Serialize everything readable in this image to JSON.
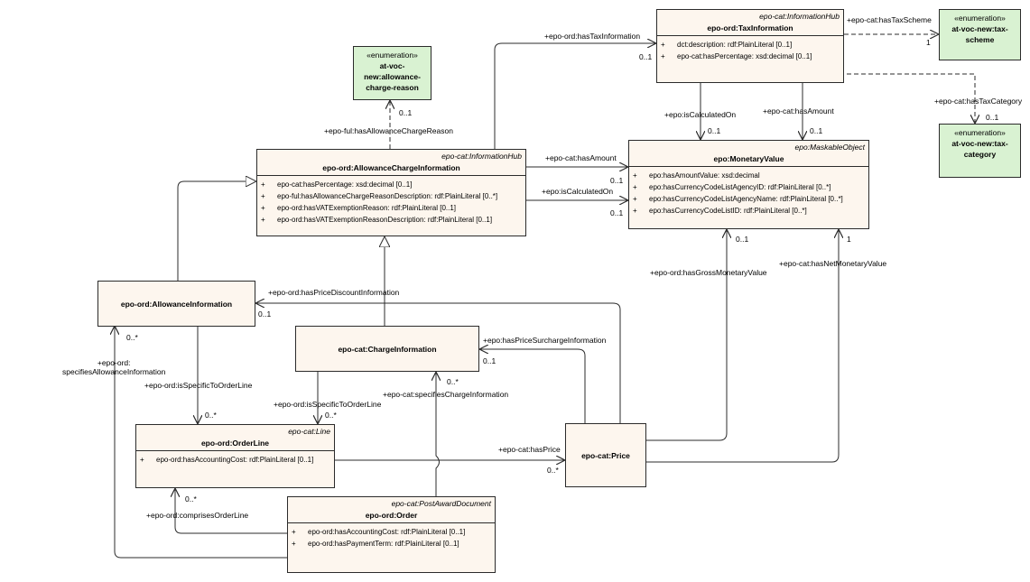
{
  "classes": {
    "tax_info": {
      "stereotype": "epo-cat:InformationHub",
      "name": "epo-ord:TaxInformation",
      "attributes": [
        {
          "vis": "+",
          "text": "dct:description: rdf:PlainLiteral [0..1]"
        },
        {
          "vis": "+",
          "text": "epo-cat:hasPercentage: xsd:decimal [0..1]"
        }
      ]
    },
    "enum_tax_scheme": {
      "stereotype": "«enumeration»",
      "name": "at-voc-new:tax-scheme"
    },
    "enum_allowance_reason": {
      "stereotype": "«enumeration»",
      "name": "at-voc-new:allowance-charge-reason"
    },
    "enum_tax_category": {
      "stereotype": "«enumeration»",
      "name": "at-voc-new:tax-category"
    },
    "allowance_charge": {
      "stereotype": "epo-cat:InformationHub",
      "name": "epo-ord:AllowanceChargeInformation",
      "attributes": [
        {
          "vis": "+",
          "text": "epo-cat:hasPercentage: xsd:decimal [0..1]"
        },
        {
          "vis": "+",
          "text": "epo-ful:hasAllowanceChargeReasonDescription: rdf:PlainLiteral [0..*]"
        },
        {
          "vis": "+",
          "text": "epo-ord:hasVATExemptionReason: rdf:PlainLiteral [0..1]"
        },
        {
          "vis": "+",
          "text": "epo-ord:hasVATExemptionReasonDescription: rdf:PlainLiteral [0..1]"
        }
      ]
    },
    "monetary_value": {
      "stereotype": "epo:MaskableObject",
      "name": "epo:MonetaryValue",
      "attributes": [
        {
          "vis": "+",
          "text": "epo:hasAmountValue: xsd:decimal"
        },
        {
          "vis": "+",
          "text": "epo:hasCurrencyCodeListAgencyID: rdf:PlainLiteral [0..*]"
        },
        {
          "vis": "+",
          "text": "epo:hasCurrencyCodeListAgencyName: rdf:PlainLiteral [0..*]"
        },
        {
          "vis": "+",
          "text": "epo:hasCurrencyCodeListID: rdf:PlainLiteral [0..*]"
        }
      ]
    },
    "allowance_info": {
      "name": "epo-ord:AllowanceInformation"
    },
    "charge_info": {
      "name": "epo-cat:ChargeInformation"
    },
    "order_line": {
      "stereotype": "epo-cat:Line",
      "name": "epo-ord:OrderLine",
      "attributes": [
        {
          "vis": "+",
          "text": "epo-ord:hasAccountingCost: rdf:PlainLiteral [0..1]"
        }
      ]
    },
    "price": {
      "name": "epo-cat:Price"
    },
    "order": {
      "stereotype": "epo-cat:PostAwardDocument",
      "name": "epo-ord:Order",
      "attributes": [
        {
          "vis": "+",
          "text": "epo-ord:hasAccountingCost: rdf:PlainLiteral [0..1]"
        },
        {
          "vis": "+",
          "text": "epo-ord:hasPaymentTerm: rdf:PlainLiteral [0..1]"
        }
      ]
    }
  },
  "labels": {
    "has_tax_information": "+epo-ord:hasTaxInformation",
    "has_tax_scheme": "+epo-cat:hasTaxScheme",
    "has_tax_category": "+epo-cat:hasTaxCategory",
    "is_calculated_on_tax": "+epo:isCalculatedOn",
    "has_amount_tax": "+epo-cat:hasAmount",
    "has_allowance_charge_reason": "+epo-ful:hasAllowanceChargeReason",
    "has_amount_ac": "+epo-cat:hasAmount",
    "is_calculated_on_ac": "+epo:isCalculatedOn",
    "has_gross_monetary_value": "+epo-ord:hasGrossMonetaryValue",
    "has_net_monetary_value": "+epo-cat:hasNetMonetaryValue",
    "has_price_discount": "+epo-ord:hasPriceDiscountInformation",
    "has_price_surcharge": "+epo:hasPriceSurchargeInformation",
    "specifies_allowance": "+epo-ord:\nspecifiesAllowanceInformation",
    "is_specific_to_orderline_1": "+epo-ord:isSpecificToOrderLine",
    "is_specific_to_orderline_2": "+epo-ord:isSpecificToOrderLine",
    "specifies_charge": "+epo-cat:specifiesChargeInformation",
    "has_price": "+epo-cat:hasPrice",
    "comprises_orderline": "+epo-ord:comprisesOrderLine"
  },
  "multiplicities": {
    "m_taxinfo_src": "0..1",
    "m_taxscheme": "1",
    "m_taxcategory": "0..1",
    "m_calc_tax": "0..1",
    "m_amount_tax": "0..1",
    "m_reason": "0..1",
    "m_amount_ac": "0..1",
    "m_calc_ac": "0..1",
    "m_gross": "0..1",
    "m_net": "1",
    "m_price_discount": "0..1",
    "m_price_surcharge": "0..1",
    "m_specifies_allowance": "0..*",
    "m_orderline_1": "0..*",
    "m_orderline_2": "0..*",
    "m_specifies_charge": "0..*",
    "m_has_price": "0..*",
    "m_comprises": "0..*"
  },
  "colors": {
    "class_fill": "#fdf6ee",
    "enum_fill": "#d9f2d2",
    "line": "#2b2b2b"
  }
}
